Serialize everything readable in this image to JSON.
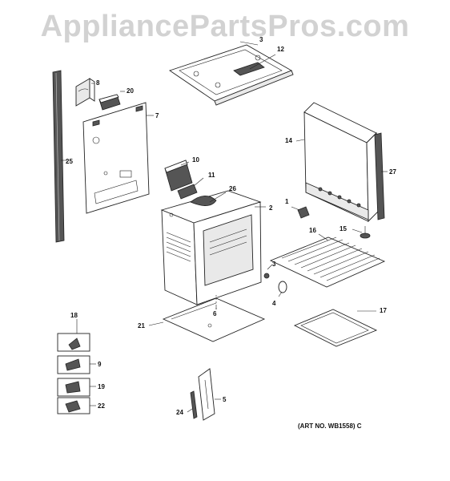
{
  "watermark": "AppliancePartsPros.com",
  "art_number": "(ART NO. WB1558) C",
  "callouts": {
    "c1": "1",
    "c2": "2",
    "c3a": "3",
    "c3b": "3",
    "c4": "4",
    "c5": "5",
    "c6": "6",
    "c7": "7",
    "c8": "8",
    "c9": "9",
    "c10": "10",
    "c11": "11",
    "c12": "12",
    "c14": "14",
    "c15": "15",
    "c16": "16",
    "c17": "17",
    "c18": "18",
    "c19": "19",
    "c20": "20",
    "c21": "21",
    "c22": "22",
    "c24": "24",
    "c25": "25",
    "c26": "26",
    "c27": "27"
  }
}
